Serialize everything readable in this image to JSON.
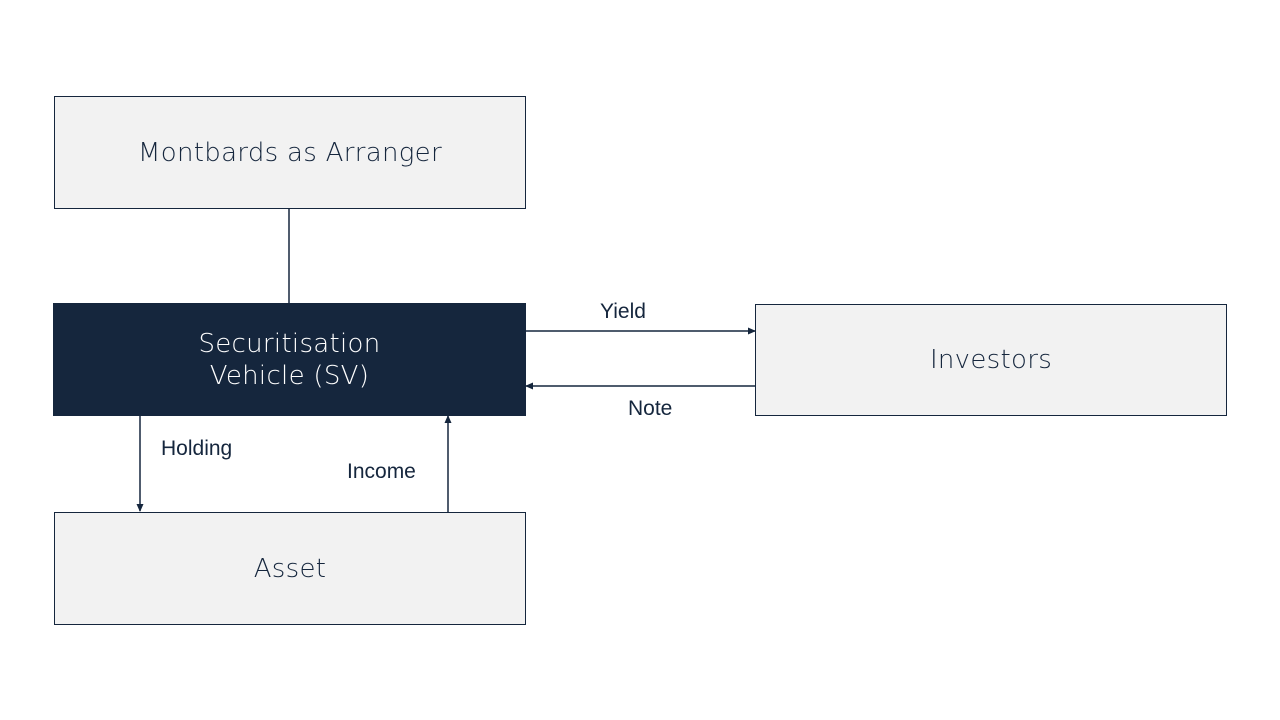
{
  "diagram": {
    "nodes": {
      "arranger": "Montbards as Arranger",
      "vehicle": "Securitisation\nVehicle (SV)",
      "investors": "Investors",
      "asset": "Asset"
    },
    "edges": {
      "yield": "Yield",
      "note": "Note",
      "holding": "Holding",
      "income": "Income"
    },
    "colors": {
      "navy": "#15263d",
      "box_fill": "#f2f2f2",
      "background": "#ffffff"
    }
  }
}
